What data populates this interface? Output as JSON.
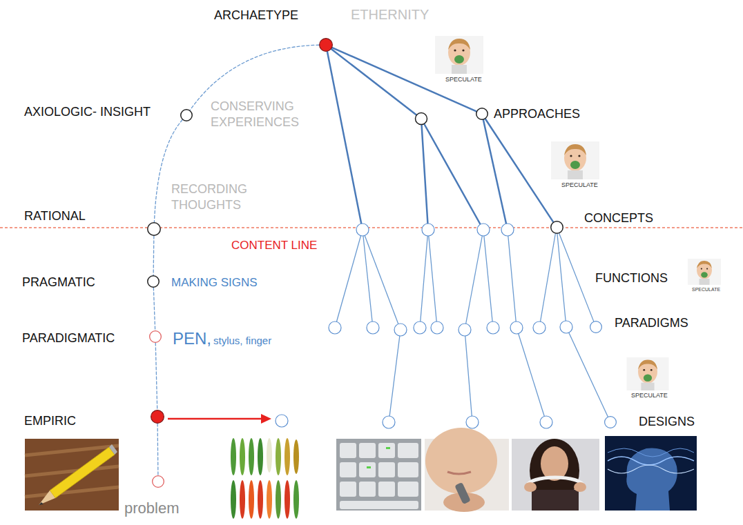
{
  "diagram": {
    "nodes": [
      {
        "text": [
          "ARCHAETYPE"
        ]
      },
      {
        "text": [
          "AXIOLOGIC- INSIGHT"
        ]
      },
      {
        "text": [
          "APPROACHES"
        ]
      },
      {
        "text": [
          "RATIONAL"
        ]
      },
      {
        "text": [
          "CONCEPTS"
        ]
      },
      {
        "text": [
          "PRAGMATIC"
        ]
      },
      {
        "text": [
          "PARADIGMATIC"
        ]
      },
      {
        "text": [
          "PARADIGMS"
        ]
      },
      {
        "text": [
          "EMPIRIC"
        ]
      },
      {
        "text": [
          "DESIGNS"
        ]
      },
      {
        "text": [
          "problem"
        ]
      }
    ],
    "edges": [
      {
        "from": 0,
        "to": 1,
        "arrow": "none"
      },
      {
        "from": 1,
        "to": 3,
        "arrow": "none"
      },
      {
        "from": 3,
        "to": 5,
        "arrow": "none"
      },
      {
        "from": 5,
        "to": 6,
        "arrow": "none"
      },
      {
        "from": 6,
        "to": 8,
        "arrow": "none"
      },
      {
        "from": 8,
        "to": 10,
        "arrow": "none"
      },
      {
        "from": 0,
        "to": 2,
        "arrow": "none"
      },
      {
        "from": 2,
        "to": 4,
        "arrow": "none"
      },
      {
        "from": 4,
        "to": 7,
        "arrow": "none"
      }
    ],
    "labels": [
      "ETHERNITY",
      "SPECULATE",
      "CONSERVING EXPERIENCES",
      "SPECULATE",
      "RECORDING THOUGHTS",
      "CONTENT LINE",
      "MAKING SIGNS",
      "FUNCTIONS",
      "SPECULATE",
      "PEN,",
      "stylus, finger",
      "SPECULATE"
    ]
  }
}
